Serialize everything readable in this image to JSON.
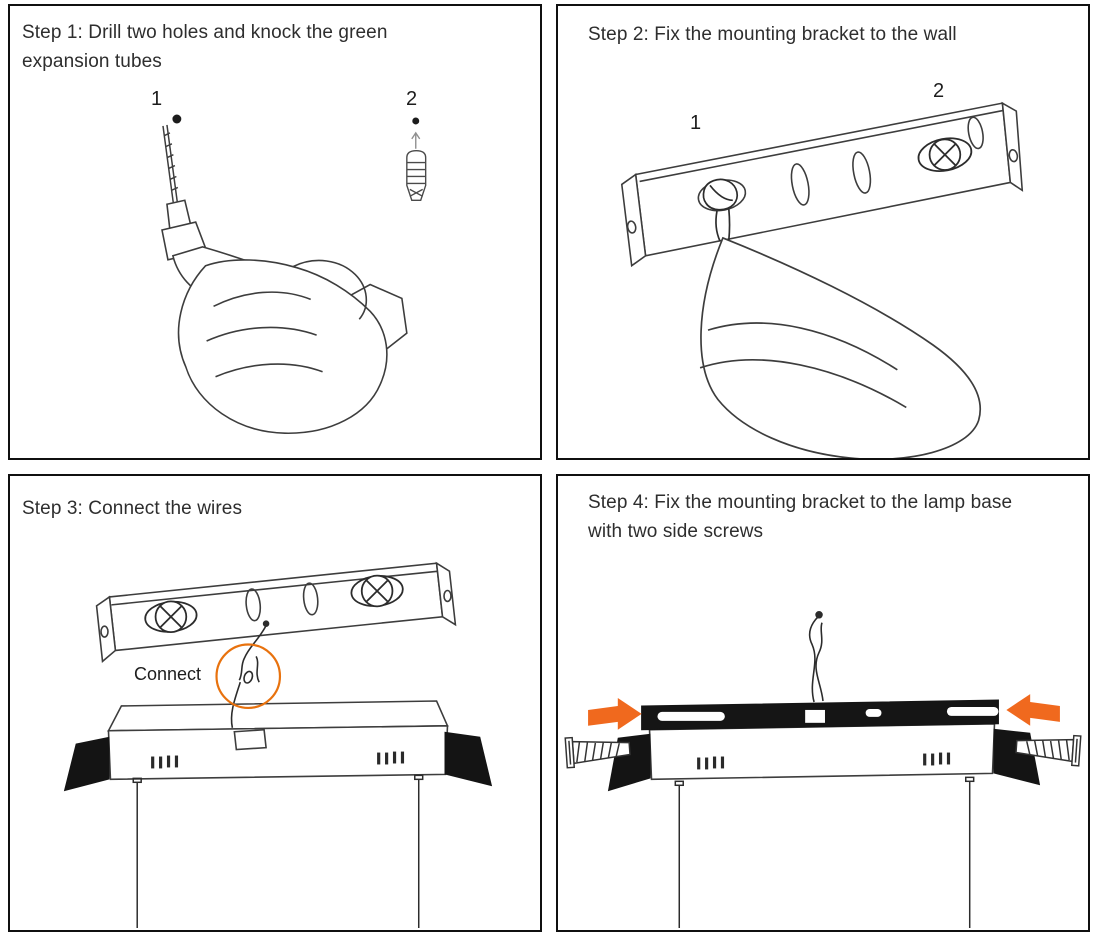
{
  "panels": [
    {
      "title": "Step 1:  Drill two holes and knock the green expansion tubes",
      "labels": {
        "point1": "1",
        "point2": "2"
      }
    },
    {
      "title": "Step 2: Fix the mounting bracket to the wall",
      "labels": {
        "point1": "1",
        "point2": "2"
      }
    },
    {
      "title": "Step 3: Connect the wires",
      "labels": {
        "connect": "Connect"
      }
    },
    {
      "title": "Step 4: Fix the mounting bracket to the lamp base with two side screws"
    }
  ],
  "colors": {
    "line": "#3d3d3d",
    "dark_fill": "#141414",
    "accent_orange": "#f0691e",
    "connect_circle": "#e8720e",
    "panel_border": "#101010",
    "background": "#ffffff"
  }
}
